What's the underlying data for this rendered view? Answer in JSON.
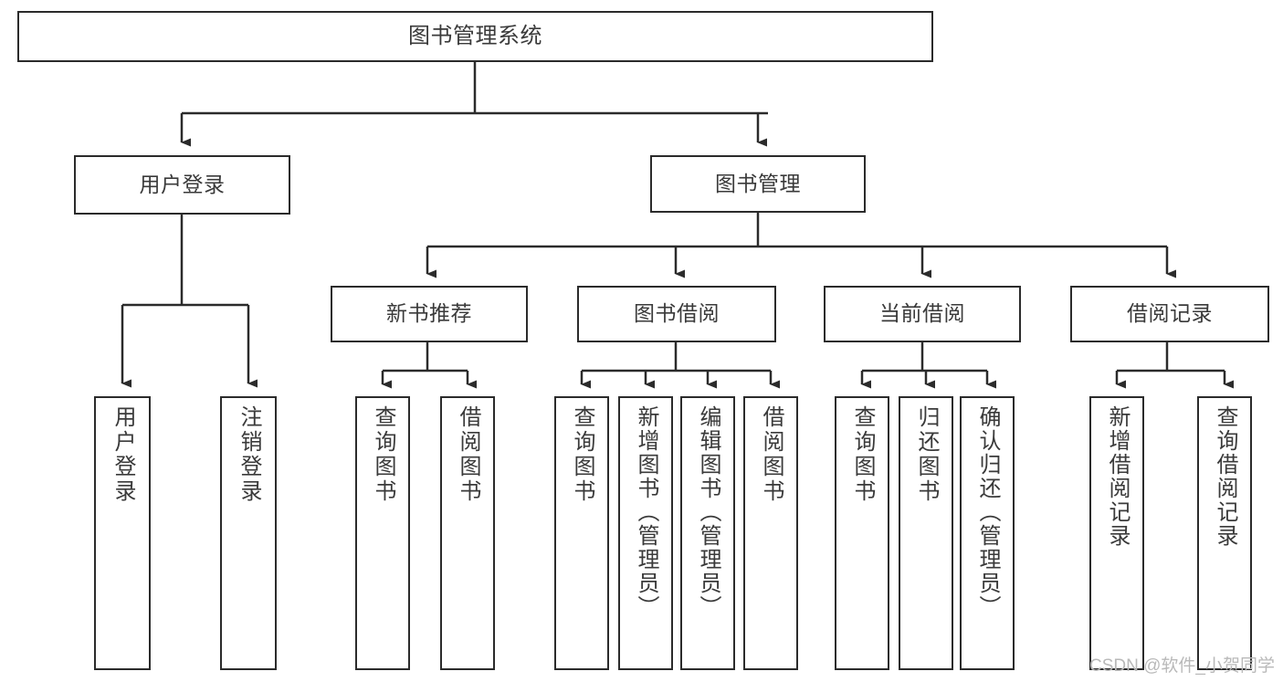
{
  "diagram": {
    "title": "图书管理系统",
    "type": "hierarchy-tree",
    "watermark": "CSDN @软件_小贺同学",
    "colors": {
      "stroke": "#2b2b2b",
      "text": "#3a3a3a",
      "background": "#ffffff",
      "watermark": "#b9b9b9"
    },
    "levels": {
      "level1": [
        {
          "id": "root",
          "label": "图书管理系统"
        }
      ],
      "level2": [
        {
          "id": "user-login",
          "label": "用户登录"
        },
        {
          "id": "book-manage",
          "label": "图书管理"
        }
      ],
      "level3": [
        {
          "id": "new-book-rec",
          "label": "新书推荐"
        },
        {
          "id": "book-borrow",
          "label": "图书借阅"
        },
        {
          "id": "current-borrow",
          "label": "当前借阅"
        },
        {
          "id": "borrow-record",
          "label": "借阅记录"
        }
      ],
      "level4": [
        {
          "id": "leaf-user-login",
          "label": "用户登录",
          "parent": "user-login"
        },
        {
          "id": "leaf-logout",
          "label": "注销登录",
          "parent": "user-login"
        },
        {
          "id": "leaf-query-book-1",
          "label": "查询图书",
          "parent": "new-book-rec"
        },
        {
          "id": "leaf-borrow-book-1",
          "label": "借阅图书",
          "parent": "new-book-rec"
        },
        {
          "id": "leaf-query-book-2",
          "label": "查询图书",
          "parent": "book-borrow"
        },
        {
          "id": "leaf-add-book",
          "label": "新增图书（管理员）",
          "parent": "book-borrow"
        },
        {
          "id": "leaf-edit-book",
          "label": "编辑图书（管理员）",
          "parent": "book-borrow"
        },
        {
          "id": "leaf-borrow-book-2",
          "label": "借阅图书",
          "parent": "book-borrow"
        },
        {
          "id": "leaf-query-book-3",
          "label": "查询图书",
          "parent": "current-borrow"
        },
        {
          "id": "leaf-return-book",
          "label": "归还图书",
          "parent": "current-borrow"
        },
        {
          "id": "leaf-confirm-return",
          "label": "确认归还（管理员）",
          "parent": "current-borrow"
        },
        {
          "id": "leaf-add-record",
          "label": "新增借阅记录",
          "parent": "borrow-record"
        },
        {
          "id": "leaf-query-record",
          "label": "查询借阅记录",
          "parent": "borrow-record"
        }
      ]
    }
  }
}
